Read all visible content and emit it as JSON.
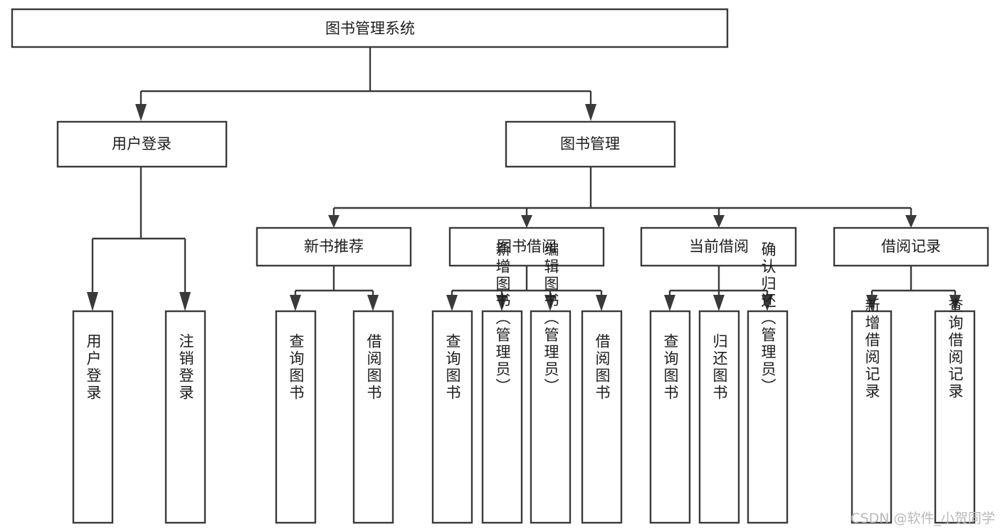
{
  "diagram": {
    "type": "tree",
    "title": "图书管理系统",
    "orientation": "top-down",
    "colors": {
      "box_stroke": "#3a3a3a",
      "box_fill": "#ffffff",
      "text": "#1c1c1c",
      "background": "#ffffff",
      "watermark": "#b9b9b9"
    },
    "root": {
      "label": "图书管理系统"
    },
    "level2": [
      {
        "label": "用户登录"
      },
      {
        "label": "图书管理"
      }
    ],
    "level3": [
      {
        "label": "新书推荐"
      },
      {
        "label": "图书借阅"
      },
      {
        "label": "当前借阅"
      },
      {
        "label": "借阅记录"
      }
    ],
    "leaves": {
      "user_login": [
        {
          "label": "用户登录"
        },
        {
          "label": "注销登录"
        }
      ],
      "new_book_recommend": [
        {
          "label": "查询图书"
        },
        {
          "label": "借阅图书"
        }
      ],
      "book_borrow": [
        {
          "label": "查询图书"
        },
        {
          "label": "新增图书（管理员）"
        },
        {
          "label": "编辑图书（管理员）"
        },
        {
          "label": "借阅图书"
        }
      ],
      "current_borrow": [
        {
          "label": "查询图书"
        },
        {
          "label": "归还图书"
        },
        {
          "label": "确认归还（管理员）"
        }
      ],
      "borrow_record": [
        {
          "label": "新增借阅记录"
        },
        {
          "label": "查询借阅记录"
        }
      ]
    }
  },
  "watermark": {
    "text": "CSDN @软件_小贺同学"
  }
}
